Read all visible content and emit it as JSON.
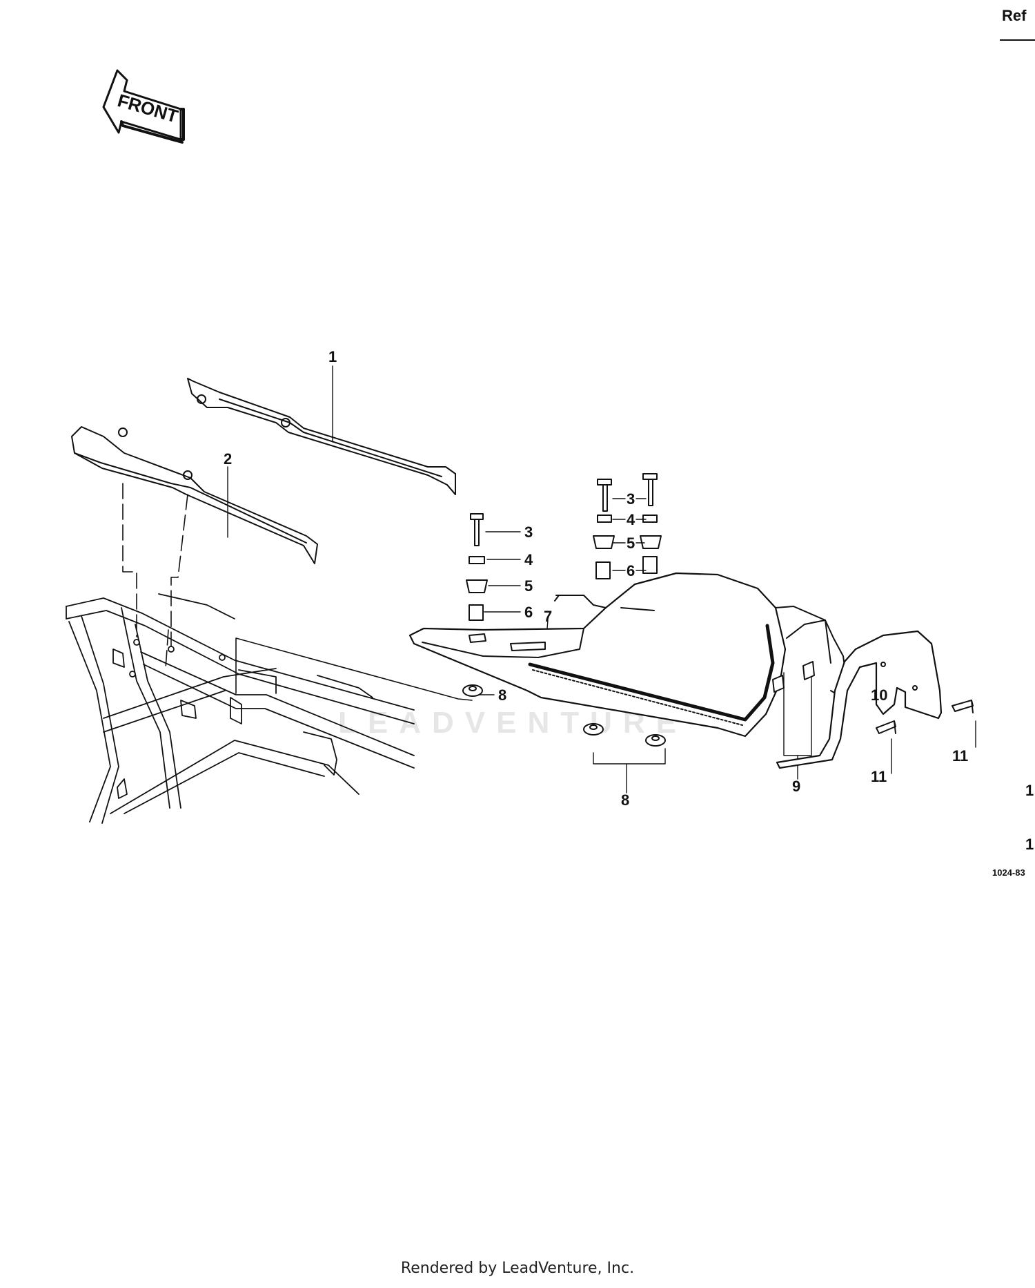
{
  "header": {
    "ref_label": "Ref"
  },
  "front_arrow": {
    "label": "FRONT"
  },
  "callouts": [
    {
      "id": "1",
      "label": "1"
    },
    {
      "id": "2",
      "label": "2"
    },
    {
      "id": "3a",
      "label": "3"
    },
    {
      "id": "3b",
      "label": "3"
    },
    {
      "id": "4a",
      "label": "4"
    },
    {
      "id": "4b",
      "label": "4"
    },
    {
      "id": "5a",
      "label": "5"
    },
    {
      "id": "5b",
      "label": "5"
    },
    {
      "id": "6a",
      "label": "6"
    },
    {
      "id": "6b",
      "label": "6"
    },
    {
      "id": "7",
      "label": "7"
    },
    {
      "id": "8a",
      "label": "8"
    },
    {
      "id": "8b",
      "label": "8"
    },
    {
      "id": "9",
      "label": "9"
    },
    {
      "id": "10",
      "label": "10"
    },
    {
      "id": "11a",
      "label": "11"
    },
    {
      "id": "11b",
      "label": "11"
    }
  ],
  "right_edge": {
    "num_a": "1",
    "num_b": "1",
    "diagram_code": "1024-83"
  },
  "watermark": "LEADVENTURE",
  "footer": {
    "text": "Rendered by LeadVenture, Inc."
  }
}
